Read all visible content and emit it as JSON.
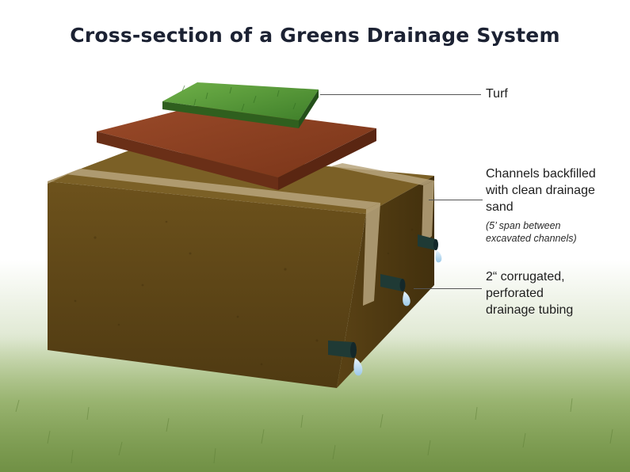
{
  "title": "Cross-section of a Greens Drainage System",
  "labels": {
    "turf": "Turf",
    "channels_line1": "Channels backfilled",
    "channels_line2": "with clean drainage",
    "channels_line3": "sand",
    "note_line1": "(5’ span between",
    "note_line2": "excavated channels)",
    "tubing_line1": "2“ corrugated,",
    "tubing_line2": "perforated",
    "tubing_line3": "drainage tubing"
  },
  "colors": {
    "title": "#1c2233",
    "turf": "#4a8a2e",
    "rootzone": "#8a3e22",
    "soil": "#5e4516",
    "sand": "#b8a57d",
    "pipe": "#1f3a35",
    "water": "#cfe6f6",
    "grass": "#7fa055"
  }
}
